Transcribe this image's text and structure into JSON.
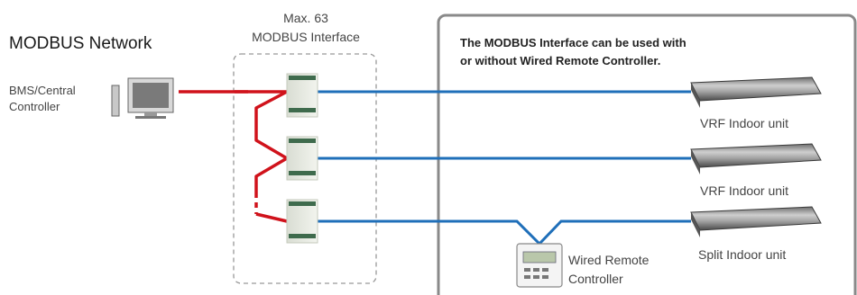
{
  "network_title": "MODBUS Network",
  "bms_label_line1": "BMS/Central",
  "bms_label_line2": "Controller",
  "interface_header_line1": "Max. 63",
  "interface_header_line2": "MODBUS Interface",
  "note_line1": "The MODBUS Interface can be used with",
  "note_line2": "or without Wired Remote Controller.",
  "units": [
    {
      "label": "VRF Indoor unit"
    },
    {
      "label": "VRF Indoor unit"
    },
    {
      "label": "Split Indoor unit"
    }
  ],
  "remote_label_line1": "Wired Remote",
  "remote_label_line2": "Controller",
  "colors": {
    "modbus_line": "#d0121b",
    "unit_line": "#1f6fb9",
    "box_border": "#8a8a8a",
    "dashed_border": "#999999"
  }
}
